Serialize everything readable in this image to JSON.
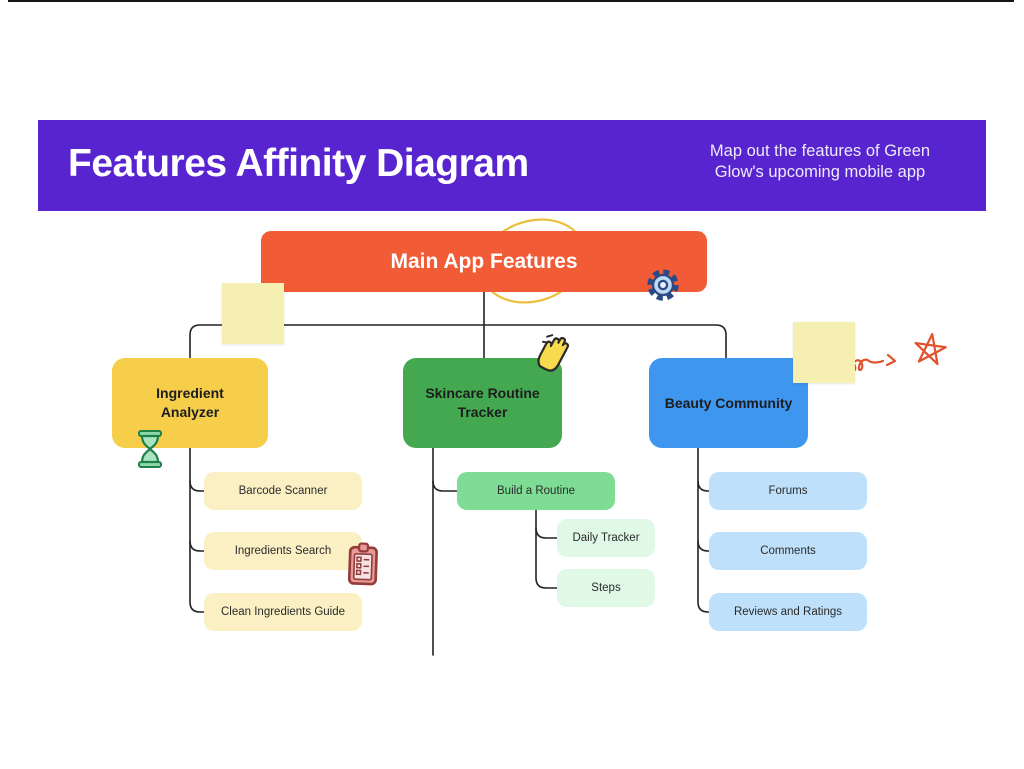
{
  "header": {
    "title": "Features Affinity Diagram",
    "subtitle": "Map out the features of Green Glow's upcoming mobile app",
    "bg_color": "#5724D0",
    "text_color": "#FFFFFF"
  },
  "root": {
    "label": "Main App Features",
    "color": "#F15B35",
    "circled_word": "Features"
  },
  "branches": [
    {
      "label": "Ingredient Analyzer",
      "color": "#F6CE4A",
      "child_color": "#FAF0C4",
      "children": [
        {
          "label": "Barcode Scanner"
        },
        {
          "label": "Ingredients Search"
        },
        {
          "label": "Clean Ingredients Guide"
        }
      ]
    },
    {
      "label": "Skincare Routine Tracker",
      "color": "#44A851",
      "child_color": "#7EDC95",
      "grandchild_color": "#E0F8E6",
      "children": [
        {
          "label": "Build a Routine",
          "children": [
            {
              "label": "Daily Tracker"
            },
            {
              "label": "Steps"
            }
          ]
        }
      ]
    },
    {
      "label": "Beauty Community",
      "color": "#3E96EE",
      "child_color": "#BEE0FA",
      "children": [
        {
          "label": "Forums"
        },
        {
          "label": "Comments"
        },
        {
          "label": "Reviews and Ratings"
        }
      ]
    }
  ],
  "decorations": {
    "sticky_note_color": "#F5EFB2",
    "highlight_ellipse_color": "#EDBE3A",
    "scribble_color": "#E0512C",
    "connector_color": "#222222",
    "icons": [
      "gear-icon",
      "hourglass-icon",
      "waving-hand-icon",
      "clipboard-icon",
      "squiggle-arrow",
      "star-scribble"
    ]
  }
}
